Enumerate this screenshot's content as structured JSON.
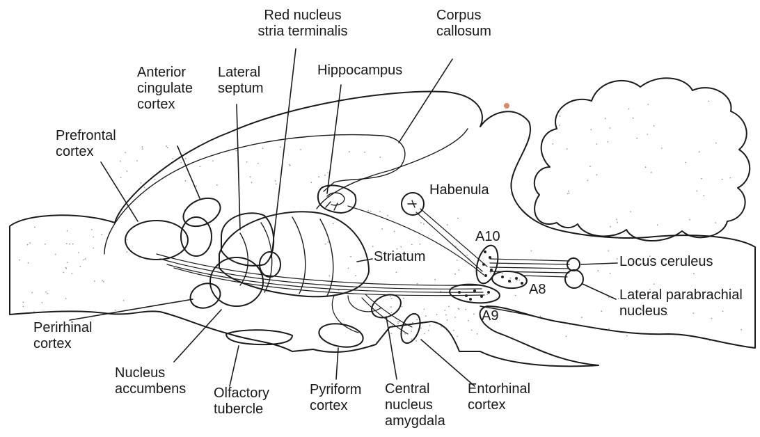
{
  "labels": {
    "red_nucleus": "Red nucleus\nstria terminalis",
    "corpus_callosum": "Corpus\ncallosum",
    "anterior_cingulate": "Anterior\ncingulate\ncortex",
    "lateral_septum": "Lateral\nseptum",
    "hippocampus": "Hippocampus",
    "prefrontal": "Prefrontal\ncortex",
    "habenula": "Habenula",
    "a10": "A10",
    "striatum": "Striatum",
    "locus_ceruleus": "Locus ceruleus",
    "a8": "A8",
    "lateral_parabrachial": "Lateral parabrachial\nnucleus",
    "a9": "A9",
    "perirhinal": "Perirhinal\ncortex",
    "nucleus_accumbens": "Nucleus\naccumbens",
    "olfactory_tubercle": "Olfactory\ntubercle",
    "pyriform": "Pyriform\ncortex",
    "central_amygdala": "Central\nnucleus\namygdala",
    "entorhinal": "Entorhinal\ncortex"
  },
  "colors": {
    "ink": "#1b1b1b",
    "background": "#ffffff",
    "stipple": "#9a9a9a",
    "speck": "#d98a6a"
  }
}
